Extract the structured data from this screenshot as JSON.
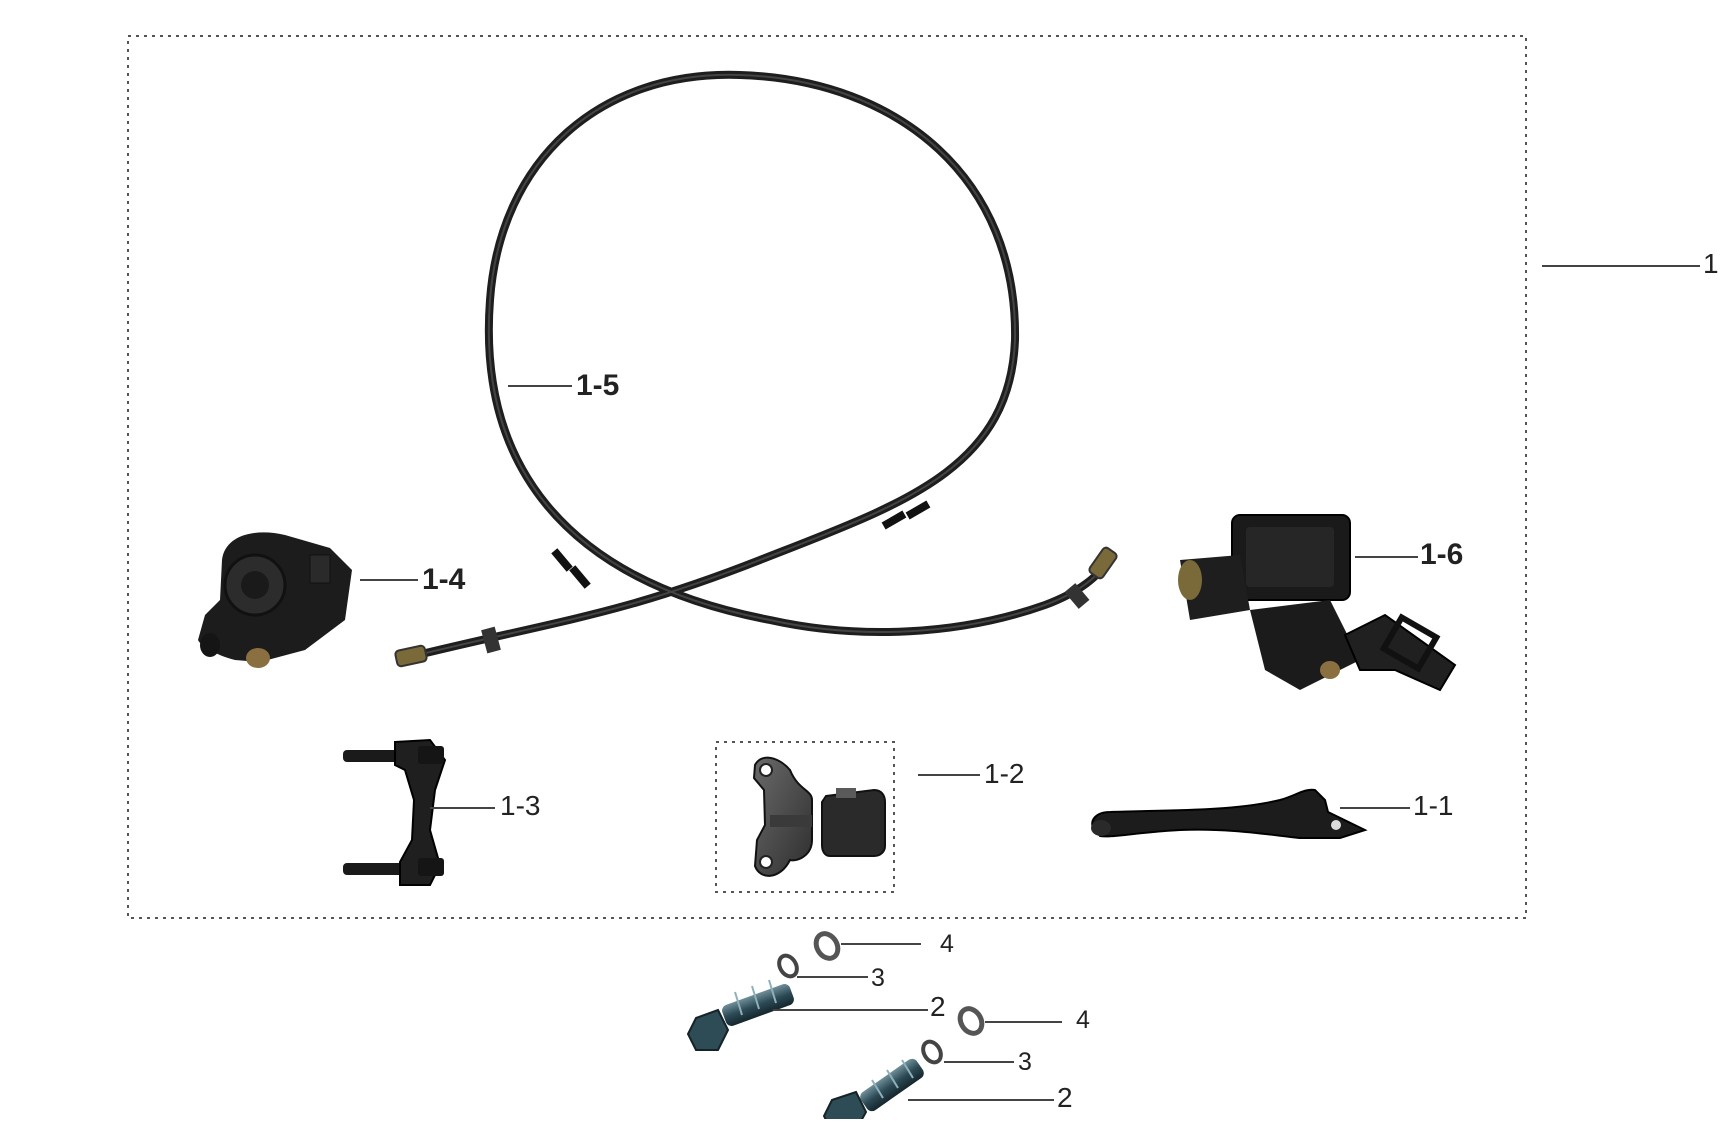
{
  "diagram": {
    "background": "#ffffff",
    "part_color": "#1c1c1c",
    "hardware_color": "#2f4f5a",
    "callouts": {
      "assembly": "1",
      "lever": "1-1",
      "brake_pads": "1-2",
      "caliper_bracket": "1-3",
      "caliper": "1-4",
      "brake_hose": "1-5",
      "master_cylinder": "1-6",
      "bolt_upper": "2",
      "bolt_lower": "2",
      "spring_washer_upper": "3",
      "spring_washer_lower": "3",
      "flat_washer_upper": "4",
      "flat_washer_lower": "4"
    }
  }
}
